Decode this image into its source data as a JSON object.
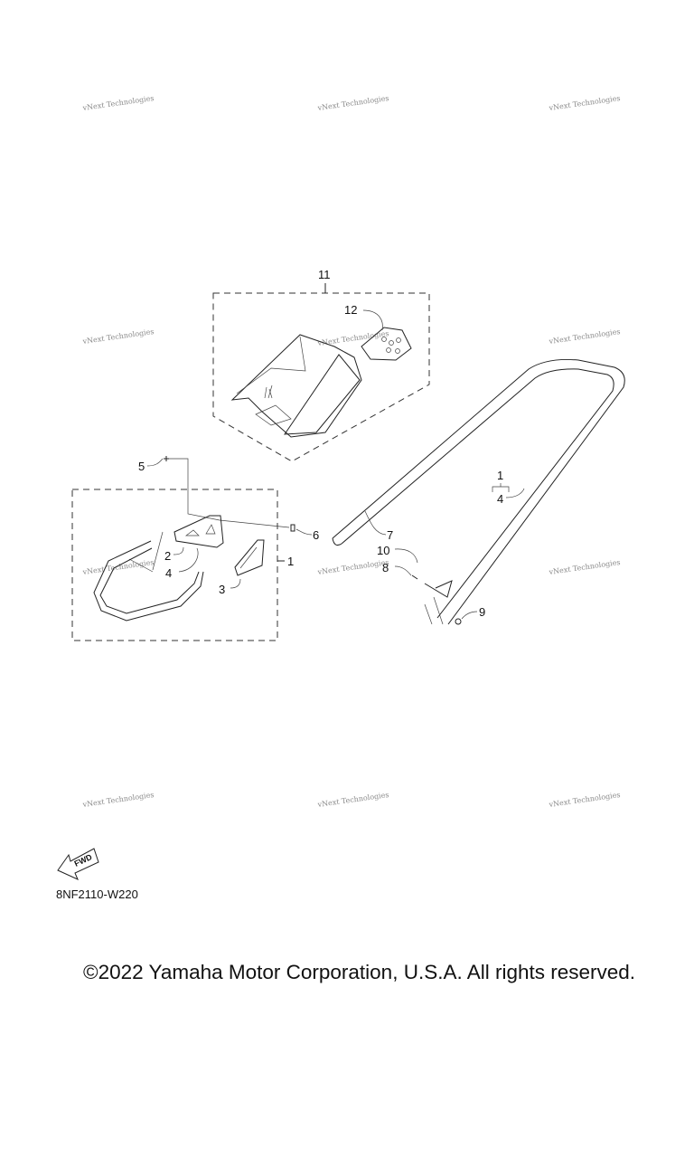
{
  "watermark": "vNext Technologies",
  "callouts": {
    "c11": "11",
    "c12": "12",
    "c5": "5",
    "c6": "6",
    "c7": "7",
    "c1_left": "1",
    "c2": "2",
    "c4_left": "4",
    "c3": "3",
    "c1_right": "1",
    "c4_right": "4",
    "c10": "10",
    "c8": "8",
    "c9": "9"
  },
  "fwd_label": "FWD",
  "diagram_code": "8NF2110-W220",
  "copyright": "©2022 Yamaha Motor Corporation, U.S.A. All rights reserved."
}
